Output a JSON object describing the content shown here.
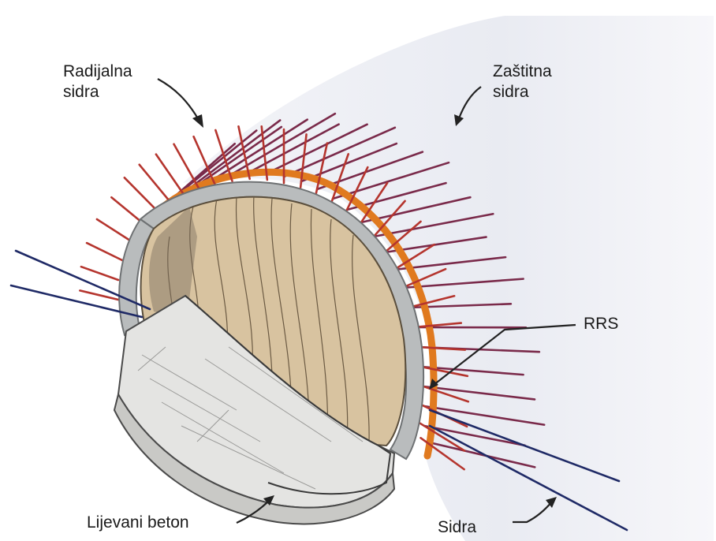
{
  "labels": {
    "radial_anchors": [
      "Radijalna",
      "sidra"
    ],
    "protective_anchors": [
      "Zaštitna",
      "sidra"
    ],
    "rrs": "RRS",
    "cast_concrete": "Lijevani beton",
    "anchors": "Sidra"
  },
  "colors": {
    "radial_anchor": "#b5352e",
    "protective_anchor": "#7a2a4a",
    "long_anchor": "#1f2a66",
    "rrs_layer": "#e07a1f",
    "shotcrete": "#b9bcbd",
    "rock_face": "#d8c3a0",
    "tunnel_body": "#eceef4",
    "cast_concrete": "#e4e4e2"
  }
}
